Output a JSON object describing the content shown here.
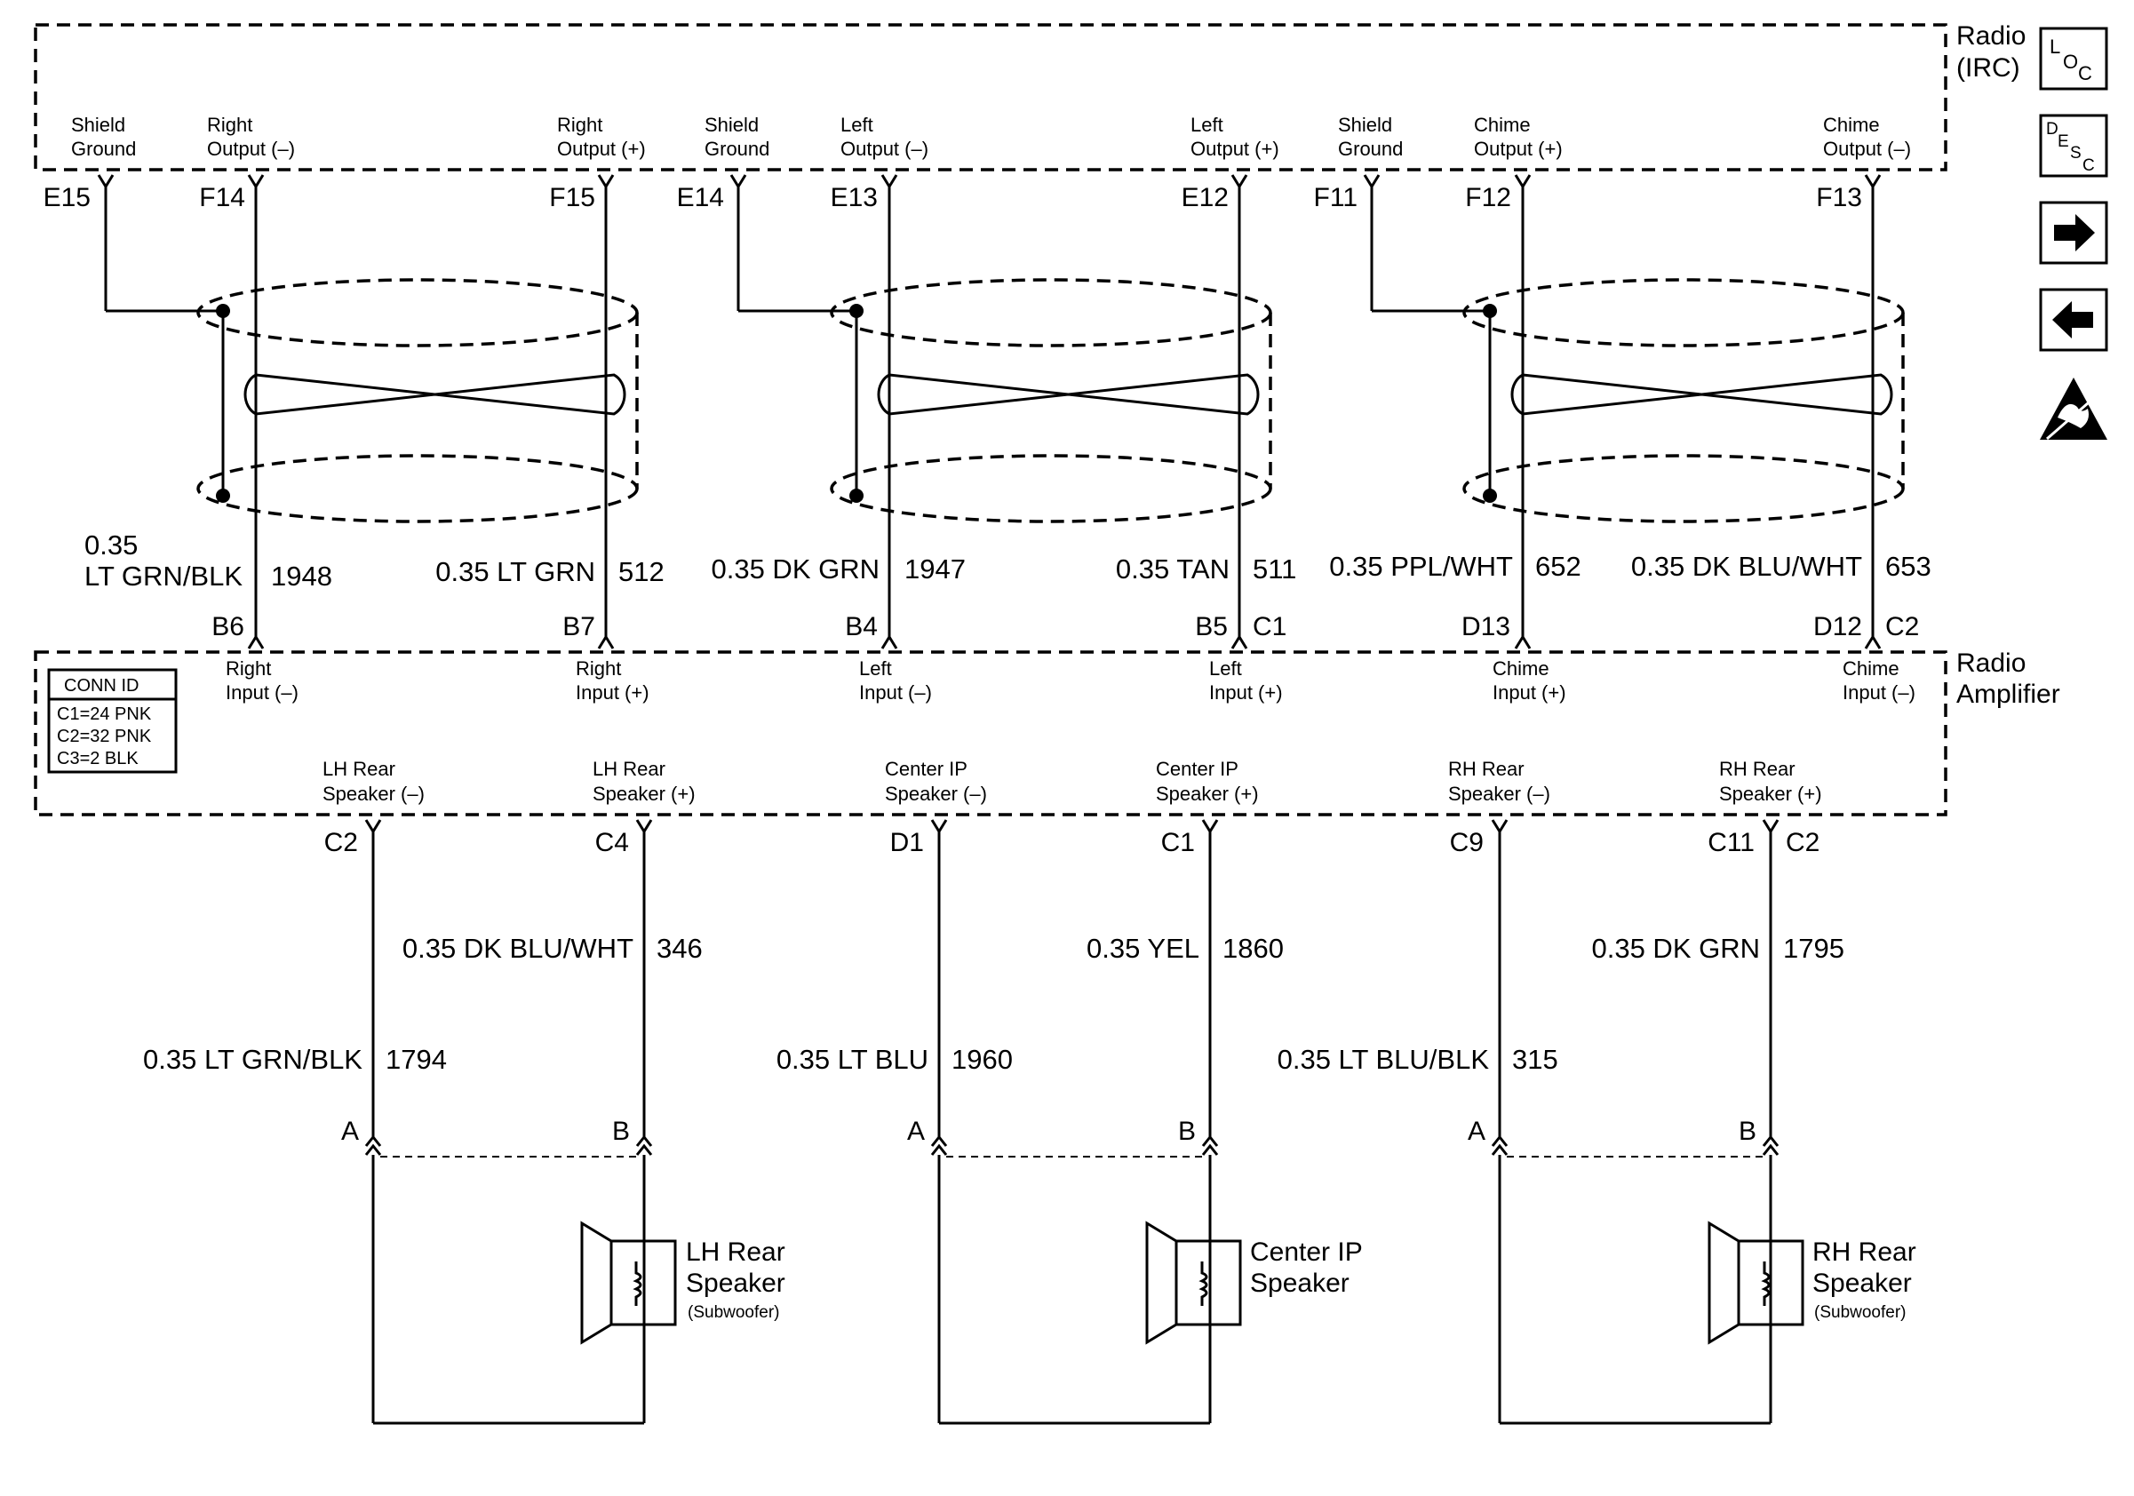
{
  "radio_irc": {
    "title_line1": "Radio",
    "title_line2": "(IRC)",
    "terminals": [
      {
        "l1": "Shield",
        "l2": "Ground",
        "pin": "E15"
      },
      {
        "l1": "Right",
        "l2": "Output (–)",
        "pin": "F14"
      },
      {
        "l1": "Right",
        "l2": "Output (+)",
        "pin": "F15"
      },
      {
        "l1": "Shield",
        "l2": "Ground",
        "pin": "E14"
      },
      {
        "l1": "Left",
        "l2": "Output (–)",
        "pin": "E13"
      },
      {
        "l1": "Left",
        "l2": "Output (+)",
        "pin": "E12"
      },
      {
        "l1": "Shield",
        "l2": "Ground",
        "pin": "F11"
      },
      {
        "l1": "Chime",
        "l2": "Output (+)",
        "pin": "F12"
      },
      {
        "l1": "Chime",
        "l2": "Output (–)",
        "pin": "F13"
      }
    ]
  },
  "upper_wires": [
    {
      "gauge_line1": "0.35",
      "color": "LT GRN/BLK",
      "circuit": "1948"
    },
    {
      "color": "0.35 LT GRN",
      "circuit": "512"
    },
    {
      "color": "0.35 DK GRN",
      "circuit": "1947"
    },
    {
      "color": "0.35 TAN",
      "circuit": "511"
    },
    {
      "color": "0.35 PPL/WHT",
      "circuit": "652"
    },
    {
      "color": "0.35 DK BLU/WHT",
      "circuit": "653"
    }
  ],
  "amp_input_pins": [
    {
      "pin": "B6"
    },
    {
      "pin": "B7"
    },
    {
      "pin": "B4"
    },
    {
      "pin": "B5",
      "conn": "C1"
    },
    {
      "pin": "D13"
    },
    {
      "pin": "D12",
      "conn": "C2"
    }
  ],
  "radio_amplifier": {
    "title_line1": "Radio",
    "title_line2": "Amplifier",
    "inputs": [
      {
        "l1": "Right",
        "l2": "Input (–)"
      },
      {
        "l1": "Right",
        "l2": "Input (+)"
      },
      {
        "l1": "Left",
        "l2": "Input (–)"
      },
      {
        "l1": "Left",
        "l2": "Input (+)"
      },
      {
        "l1": "Chime",
        "l2": "Input (+)"
      },
      {
        "l1": "Chime",
        "l2": "Input (–)"
      }
    ],
    "outputs": [
      {
        "l1": "LH Rear",
        "l2": "Speaker (–)",
        "pin": "C2"
      },
      {
        "l1": "LH Rear",
        "l2": "Speaker (+)",
        "pin": "C4"
      },
      {
        "l1": "Center IP",
        "l2": "Speaker (–)",
        "pin": "D1"
      },
      {
        "l1": "Center IP",
        "l2": "Speaker (+)",
        "pin": "C1"
      },
      {
        "l1": "RH Rear",
        "l2": "Speaker (–)",
        "pin": "C9"
      },
      {
        "l1": "RH Rear",
        "l2": "Speaker (+)",
        "pin": "C11",
        "conn": "C2"
      }
    ]
  },
  "conn_id": {
    "title": "CONN ID",
    "rows": [
      "C1=24 PNK",
      "C2=32 PNK",
      "C3=2 BLK"
    ]
  },
  "lower_wires": [
    {
      "color": "0.35 LT GRN/BLK",
      "circuit": "1794"
    },
    {
      "color": "0.35 DK BLU/WHT",
      "circuit": "346"
    },
    {
      "color": "0.35 LT BLU",
      "circuit": "1960"
    },
    {
      "color": "0.35 YEL",
      "circuit": "1860"
    },
    {
      "color": "0.35 LT BLU/BLK",
      "circuit": "315"
    },
    {
      "color": "0.35 DK GRN",
      "circuit": "1795"
    }
  ],
  "speakers": [
    {
      "pin_a": "A",
      "pin_b": "B",
      "name1": "LH Rear",
      "name2": "Speaker",
      "note": "(Subwoofer)"
    },
    {
      "pin_a": "A",
      "pin_b": "B",
      "name1": "Center IP",
      "name2": "Speaker",
      "note": ""
    },
    {
      "pin_a": "A",
      "pin_b": "B",
      "name1": "RH Rear",
      "name2": "Speaker",
      "note": "(Subwoofer)"
    }
  ],
  "nav_icons": [
    {
      "name": "loc-icon",
      "text": "LOC"
    },
    {
      "name": "desc-icon",
      "text": "DESC"
    },
    {
      "name": "arrow-right-icon"
    },
    {
      "name": "arrow-left-icon"
    },
    {
      "name": "esd-warning-icon"
    }
  ]
}
